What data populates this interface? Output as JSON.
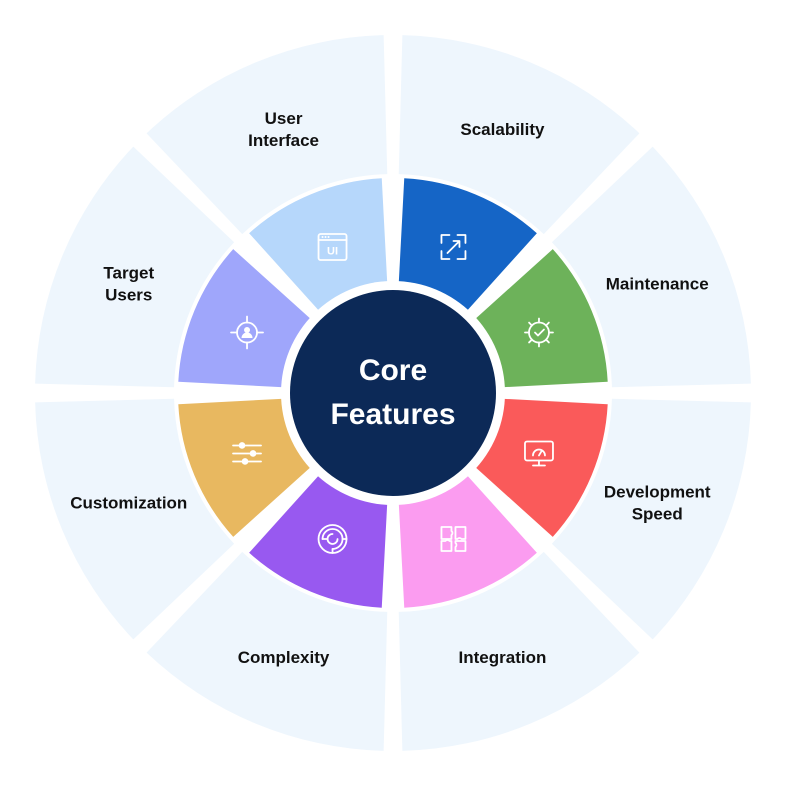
{
  "center": {
    "lines": [
      "Core",
      "Features"
    ],
    "color": "#0c2957"
  },
  "outer_ring_color": "#eef6fd",
  "features": [
    {
      "id": "scalability",
      "label_lines": [
        "Scalability"
      ],
      "color": "#1565c6",
      "icon": "expand-arrow-icon"
    },
    {
      "id": "maintenance",
      "label_lines": [
        "Maintenance"
      ],
      "color": "#6db25a",
      "icon": "gear-check-icon"
    },
    {
      "id": "development-speed",
      "label_lines": [
        "Development",
        "Speed"
      ],
      "color": "#fa5a5a",
      "icon": "monitor-speedometer-icon"
    },
    {
      "id": "integration",
      "label_lines": [
        "Integration"
      ],
      "color": "#fb9cf0",
      "icon": "puzzle-icon"
    },
    {
      "id": "complexity",
      "label_lines": [
        "Complexity"
      ],
      "color": "#9859f0",
      "icon": "maze-icon"
    },
    {
      "id": "customization",
      "label_lines": [
        "Customization"
      ],
      "color": "#e8b860",
      "icon": "sliders-icon"
    },
    {
      "id": "target-users",
      "label_lines": [
        "Target",
        "Users"
      ],
      "color": "#9fa6fb",
      "icon": "target-user-icon"
    },
    {
      "id": "user-interface",
      "label_lines": [
        "User",
        "Interface"
      ],
      "color": "#b6d7fb",
      "icon": "ui-window-icon"
    }
  ],
  "icon_text": {
    "ui_window": "UI"
  }
}
